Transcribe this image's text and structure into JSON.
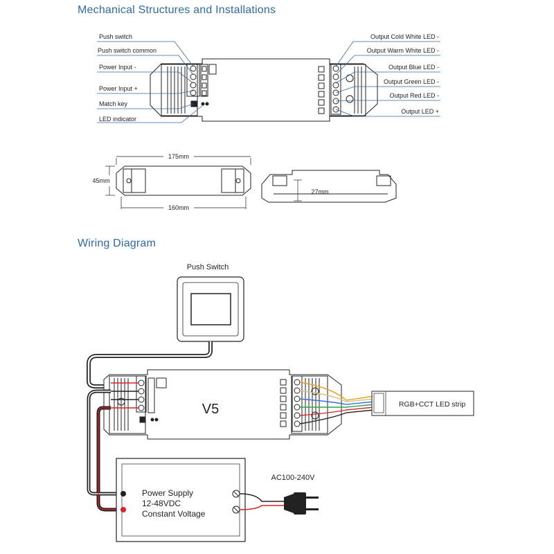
{
  "titles": {
    "mechanical": "Mechanical Structures and Installations",
    "wiring": "Wiring Diagram"
  },
  "left_labels": {
    "push_switch": "Push switch",
    "push_switch_common": "Push switch common",
    "power_input_neg": "Power Input -",
    "power_input_pos": "Power Input +",
    "match_key": "Match key",
    "led_indicator": "LED indicator"
  },
  "right_labels": {
    "cold_white": "Output Cold White LED -",
    "warm_white": "Output Warm White LED -",
    "blue": "Output Blue LED -",
    "green": "Output Green LED -",
    "red": "Output Red LED -",
    "led_pos": "Output LED +"
  },
  "dimensions": {
    "length_outer": "175mm",
    "width": "45mm",
    "length_inner": "160mm",
    "height": "27mm"
  },
  "wiring": {
    "push_switch_label": "Push Switch",
    "controller_model": "V5",
    "strip_label": "RGB+CCT LED strip",
    "psu_line1": "Power Supply",
    "psu_line2": "12-48VDC",
    "psu_line3": "Constant Voltage",
    "ac_label": "AC100-240V"
  },
  "colors": {
    "title": "#2e6ba8",
    "label_line": "#2e6ba8",
    "wire_red": "#d8232a",
    "wire_black": "#222222",
    "wire_blue": "#3a6fd8",
    "wire_green": "#2aa54a",
    "wire_orange": "#e8a020"
  }
}
